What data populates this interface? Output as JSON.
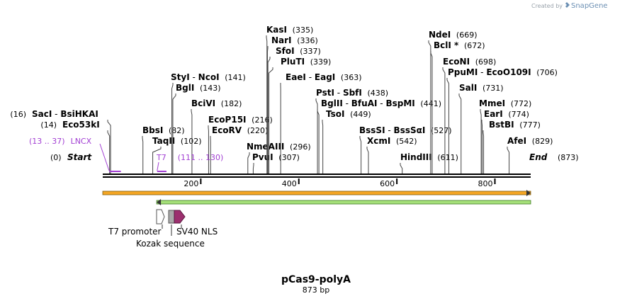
{
  "credit": {
    "text": "Created by",
    "brand": "SnapGene"
  },
  "title": "pCas9-polyA",
  "length_label": "873 bp",
  "sequence_length": 873,
  "ends": {
    "start": {
      "pos": "(0)",
      "label": "Start"
    },
    "end": {
      "label": "End",
      "pos": "(873)"
    }
  },
  "ruler": [
    {
      "value": 200,
      "label": "200"
    },
    {
      "value": 400,
      "label": "400"
    },
    {
      "value": 600,
      "label": "600"
    },
    {
      "value": 800,
      "label": "800"
    }
  ],
  "primers": [
    {
      "name": "LNCX",
      "range": "(13 .. 37)",
      "start": 13,
      "end": 37,
      "color": "#a23fd3"
    },
    {
      "name": "T7",
      "range": "(111 .. 130)",
      "start": 111,
      "end": 130,
      "color": "#a23fd3"
    }
  ],
  "enzymes": [
    {
      "name": "SacI",
      "sep": "-",
      "name2": "BsiHKAI",
      "pos": "(16)",
      "site": 16
    },
    {
      "name": "Eco53kI",
      "pos": "(14)",
      "site": 14
    },
    {
      "name": "BbsI",
      "pos": "(82)",
      "site": 82
    },
    {
      "name": "TaqII",
      "pos": "(102)",
      "site": 102
    },
    {
      "name": "StyI",
      "sep": "-",
      "name2": "NcoI",
      "pos": "(141)",
      "site": 141
    },
    {
      "name": "BglI",
      "pos": "(143)",
      "site": 143
    },
    {
      "name": "BciVI",
      "pos": "(182)",
      "site": 182
    },
    {
      "name": "EcoP15I",
      "pos": "(216)",
      "site": 216
    },
    {
      "name": "EcoRV",
      "pos": "(220)",
      "site": 220
    },
    {
      "name": "NmeAIII",
      "pos": "(296)",
      "site": 296
    },
    {
      "name": "PvuI",
      "pos": "(307)",
      "site": 307
    },
    {
      "name": "KasI",
      "pos": "(335)",
      "site": 335
    },
    {
      "name": "NarI",
      "pos": "(336)",
      "site": 336
    },
    {
      "name": "SfoI",
      "pos": "(337)",
      "site": 337
    },
    {
      "name": "PluTI",
      "pos": "(339)",
      "site": 339
    },
    {
      "name": "EaeI",
      "sep": "-",
      "name2": "EagI",
      "pos": "(363)",
      "site": 363
    },
    {
      "name": "PstI",
      "sep": "-",
      "name2": "SbfI",
      "pos": "(438)",
      "site": 438
    },
    {
      "name": "BglII",
      "sep": "-",
      "name2": "BfuAI",
      "sep2": "-",
      "name3": "BspMI",
      "pos": "(441)",
      "site": 441
    },
    {
      "name": "TsoI",
      "pos": "(449)",
      "site": 449
    },
    {
      "name": "BssSI",
      "sep": "-",
      "name2": "BssSαI",
      "pos": "(527)",
      "site": 527
    },
    {
      "name": "XcmI",
      "pos": "(542)",
      "site": 542
    },
    {
      "name": "HindIII",
      "pos": "(611)",
      "site": 611
    },
    {
      "name": "NdeI",
      "pos": "(669)",
      "site": 669
    },
    {
      "name": "BclI *",
      "pos": "(672)",
      "site": 672
    },
    {
      "name": "EcoNI",
      "pos": "(698)",
      "site": 698
    },
    {
      "name": "PpuMI",
      "sep": "-",
      "name2": "EcoO109I",
      "pos": "(706)",
      "site": 706
    },
    {
      "name": "SalI",
      "pos": "(731)",
      "site": 731
    },
    {
      "name": "MmeI",
      "pos": "(772)",
      "site": 772
    },
    {
      "name": "EarI",
      "pos": "(774)",
      "site": 774
    },
    {
      "name": "BstBI",
      "pos": "(777)",
      "site": 777
    },
    {
      "name": "AfeI",
      "pos": "(829)",
      "site": 829
    }
  ],
  "features": [
    {
      "name": "orange-forward-feature",
      "start": 1,
      "end": 873,
      "direction": "forward",
      "color": "#f5a623",
      "border": "#7a5a10"
    },
    {
      "name": "green-reverse-feature",
      "start": 111,
      "end": 873,
      "direction": "reverse",
      "color": "#a6e07a",
      "border": "#3e7a22"
    }
  ],
  "small_features": [
    {
      "label": "T7 promoter",
      "color": "#ffffff"
    },
    {
      "label": "Kozak sequence",
      "color": "#aaaaaa"
    },
    {
      "label": "SV40 NLS",
      "color": "#9c2f6e"
    }
  ]
}
